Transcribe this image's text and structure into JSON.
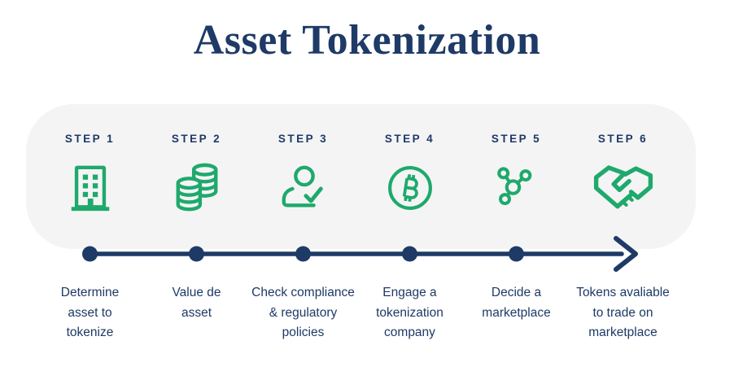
{
  "title": "Asset Tokenization",
  "colors": {
    "navy": "#1e3a66",
    "green": "#1fa96c",
    "card_background": "#f4f4f5",
    "page_background": "#ffffff"
  },
  "steps": [
    {
      "label": "STEP 1",
      "icon": "building-icon",
      "desc_lines": [
        "Determine",
        "asset to",
        "tokenize"
      ]
    },
    {
      "label": "STEP 2",
      "icon": "coins-icon",
      "desc_lines": [
        "Value de",
        "asset"
      ]
    },
    {
      "label": "STEP 3",
      "icon": "person-check-icon",
      "desc_lines": [
        "Check compliance",
        "& regulatory",
        "policies"
      ]
    },
    {
      "label": "STEP 4",
      "icon": "bitcoin-icon",
      "desc_lines": [
        "Engage a",
        "tokenization",
        "company"
      ]
    },
    {
      "label": "STEP 5",
      "icon": "network-icon",
      "desc_lines": [
        "Decide a",
        "marketplace"
      ]
    },
    {
      "label": "STEP 6",
      "icon": "handshake-icon",
      "desc_lines": [
        "Tokens avaliable",
        "to trade on",
        "marketplace"
      ]
    }
  ]
}
